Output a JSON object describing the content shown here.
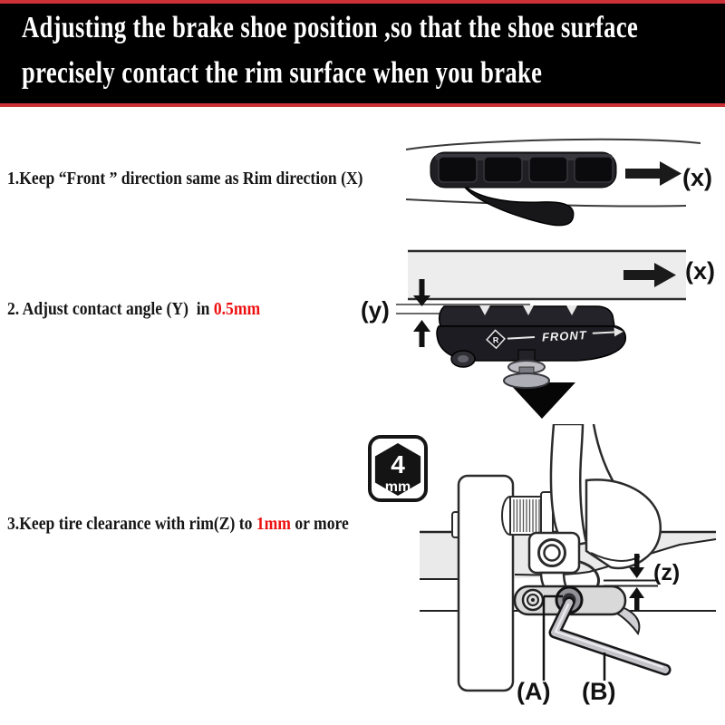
{
  "page": {
    "background": "#ffffff"
  },
  "header": {
    "line1": "Adjusting the brake shoe position ,so that the shoe surface",
    "line2": "precisely contact the rim surface when you brake",
    "background": "#000000",
    "border_color": "#cc3137",
    "text_color": "#ffffff"
  },
  "steps": [
    {
      "prefix": "1.Keep “Front ” direction same as Rim direction (X)",
      "highlight": "",
      "suffix": ""
    },
    {
      "prefix": "2. Adjust contact angle (Y)  in ",
      "highlight": "0.5mm",
      "suffix": ""
    },
    {
      "prefix": "3.Keep tire clearance with rim(Z) to ",
      "highlight": "1mm",
      "suffix": " or more"
    }
  ],
  "colors": {
    "highlight_red": "#ee1010",
    "label_black": "#111111",
    "rim_gray": "#ededed"
  },
  "illustration1": {
    "label_x": "(x)"
  },
  "illustration2": {
    "label_x": "(x)",
    "label_y": "(y)",
    "front_text": "FRONT",
    "logo_letter": "R"
  },
  "illustration3": {
    "tool_size_value": "4",
    "tool_size_unit": "mm",
    "label_z": "(z)",
    "label_a": "(A)",
    "label_b": "(B)"
  }
}
